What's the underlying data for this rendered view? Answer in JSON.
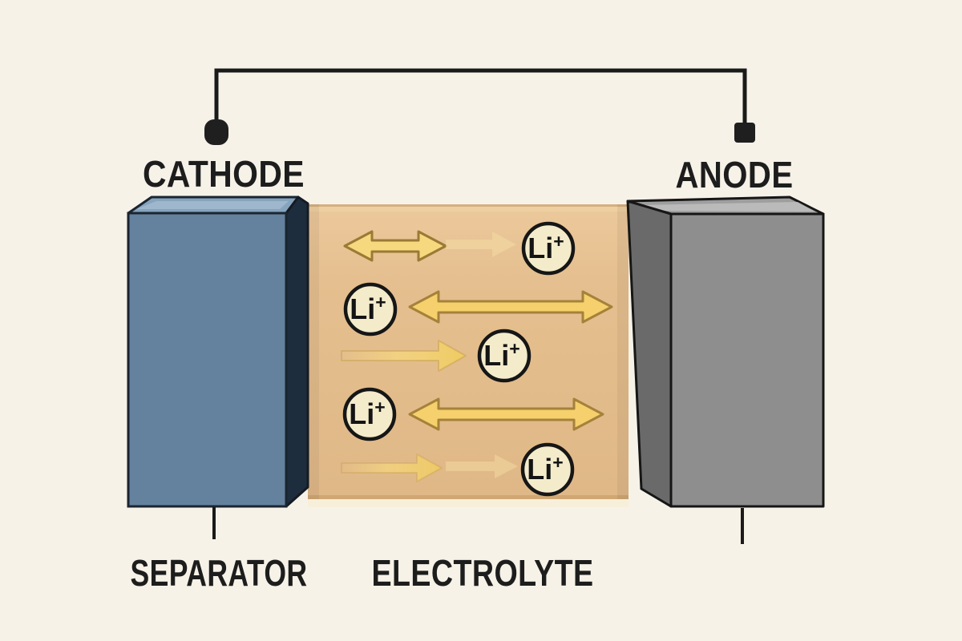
{
  "diagram": {
    "type": "lithium-ion-battery-cross-section",
    "labels": {
      "cathode": "CATHODE",
      "anode": "ANODE",
      "separator": "SEPARATOR",
      "electrolyte": "ELECTROLYTE"
    },
    "ions": [
      {
        "symbol": "Li",
        "charge": "+"
      },
      {
        "symbol": "Li",
        "charge": "+"
      },
      {
        "symbol": "Li",
        "charge": "+"
      },
      {
        "symbol": "Li",
        "charge": "+"
      },
      {
        "symbol": "Li",
        "charge": "+"
      }
    ],
    "arrows": [
      {
        "row": 1,
        "type": "double-headed"
      },
      {
        "row": 1,
        "type": "right-faded"
      },
      {
        "row": 2,
        "type": "double-headed"
      },
      {
        "row": 3,
        "type": "right"
      },
      {
        "row": 4,
        "type": "double-headed"
      },
      {
        "row": 5,
        "type": "right"
      },
      {
        "row": 5,
        "type": "right-faded"
      }
    ],
    "colors": {
      "background": "#f7f2e8",
      "wire": "#1a1a1a",
      "cathode_front": "#64829e",
      "cathode_top": "#87a4bd",
      "cathode_side": "#1e2d3d",
      "anode_front": "#8e8e8e",
      "anode_top": "#9e9e9e",
      "anode_side": "#6a6a6a",
      "electrolyte": "#e4bd8c",
      "arrow_gold": "#f6d87e",
      "arrow_gold_deep": "#f5d06c",
      "arrow_outline": "#a5823a",
      "ion_fill": "#f4ebcb",
      "ion_stroke": "#161616",
      "label": "#1d1d1d"
    }
  }
}
